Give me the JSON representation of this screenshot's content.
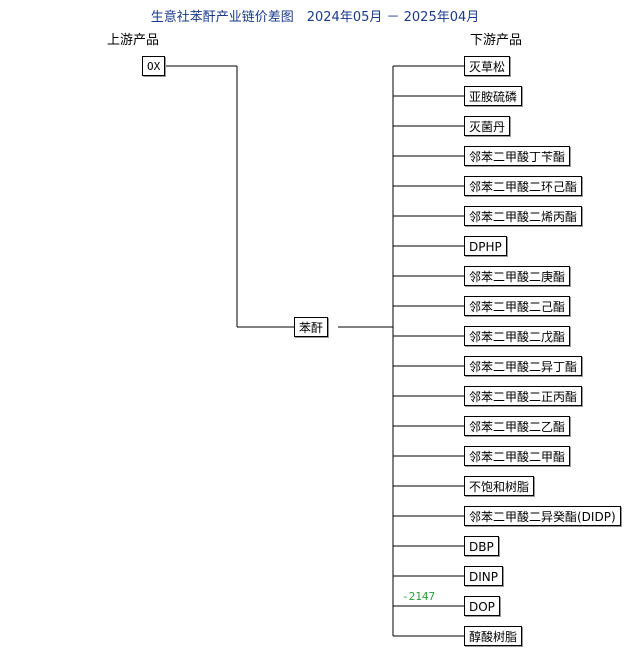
{
  "title": "生意社苯酐产业链价差图　2024年05月 － 2025年04月",
  "upstream_label": "上游产品",
  "downstream_label": "下游产品",
  "upstream": [
    {
      "name": "OX"
    }
  ],
  "center": {
    "name": "苯酐"
  },
  "downstream": [
    {
      "name": "灭草松"
    },
    {
      "name": "亚胺硫磷"
    },
    {
      "name": "灭菌丹"
    },
    {
      "name": "邻苯二甲酸丁苄酯"
    },
    {
      "name": "邻苯二甲酸二环己酯"
    },
    {
      "name": "邻苯二甲酸二烯丙酯"
    },
    {
      "name": "DPHP"
    },
    {
      "name": "邻苯二甲酸二庚酯"
    },
    {
      "name": "邻苯二甲酸二己酯"
    },
    {
      "name": "邻苯二甲酸二戊酯"
    },
    {
      "name": "邻苯二甲酸二异丁酯"
    },
    {
      "name": "邻苯二甲酸二正丙酯"
    },
    {
      "name": "邻苯二甲酸二乙酯"
    },
    {
      "name": "邻苯二甲酸二甲酯"
    },
    {
      "name": "不饱和树脂"
    },
    {
      "name": "邻苯二甲酸二异癸酯(DIDP)"
    },
    {
      "name": "DBP"
    },
    {
      "name": "DINP"
    },
    {
      "name": "DOP",
      "value": "-2147"
    },
    {
      "name": "醇酸树脂"
    }
  ]
}
